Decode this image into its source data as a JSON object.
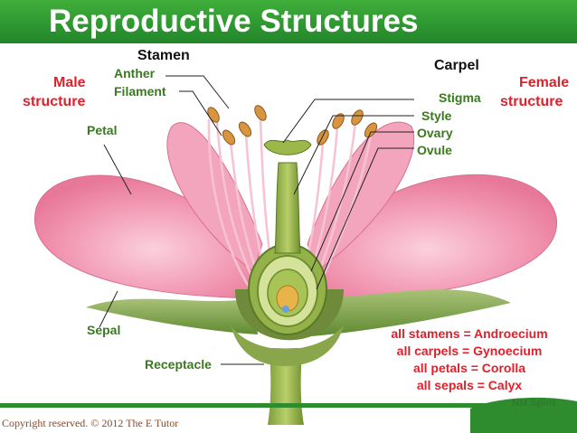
{
  "title": "Reproductive Structures",
  "labels": {
    "stamen": "Stamen",
    "carpel": "Carpel",
    "anther": "Anther",
    "filament": "Filament",
    "male_line1": "Male",
    "male_line2": "structure",
    "female_line1": "Female",
    "female_line2": "structure",
    "stigma": "Stigma",
    "style": "Style",
    "ovary": "Ovary",
    "ovule": "Ovule",
    "petal": "Petal",
    "sepal": "Sepal",
    "receptacle": "Receptacle"
  },
  "summary": [
    "all stamens = Androecium",
    "all carpels = Gynoecium",
    "all petals = Corolla",
    "all sepals = Calyx"
  ],
  "footer": {
    "copyright": "Copyright reserved. © 2012 The E Tutor",
    "credit": "NM Spirit"
  },
  "colors": {
    "title_bar": "#2f9a33",
    "accent_red": "#e0202a",
    "label_green": "#3a7a1f",
    "petal_pink": "#f08aa8",
    "sepal_green": "#7fa04a"
  }
}
